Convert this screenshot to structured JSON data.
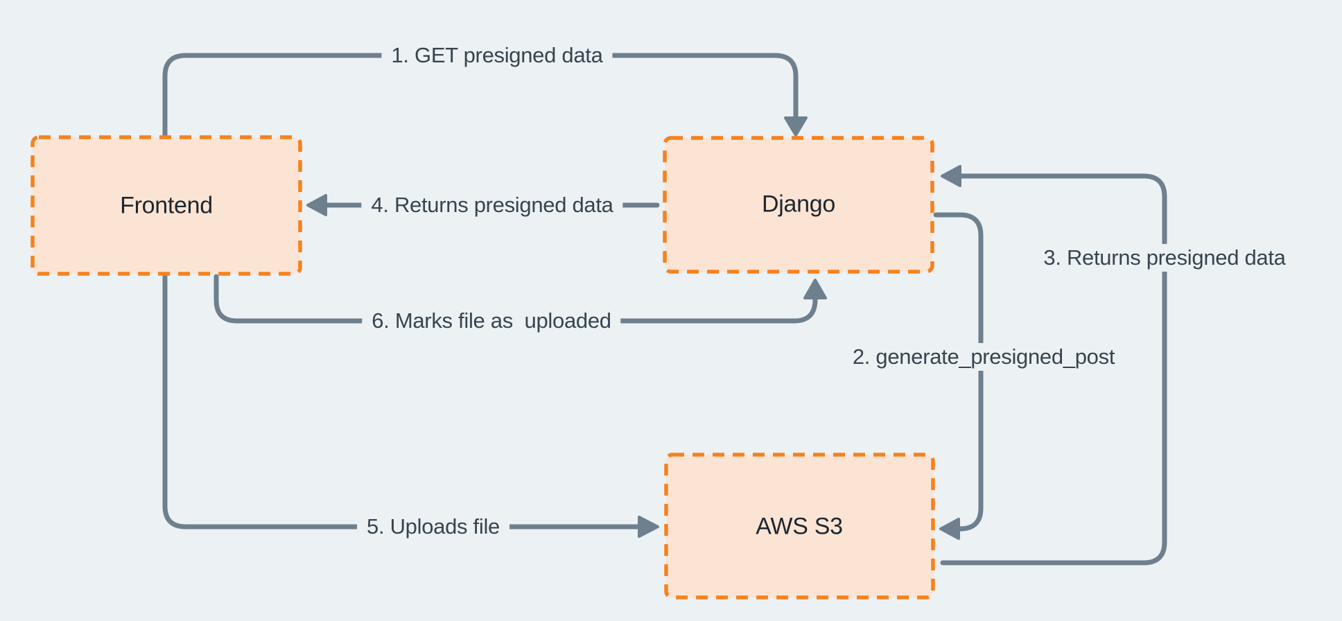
{
  "colors": {
    "background": "#ECF1F4",
    "arrow": "#6E7F8D",
    "box_fill": "#FCE4D4",
    "box_border": "#F5821E",
    "node_text": "#1C2630",
    "flow_label_text": "#36454F"
  },
  "nodes": [
    {
      "id": "frontend",
      "label": "Frontend"
    },
    {
      "id": "django",
      "label": "Django"
    },
    {
      "id": "aws-s3",
      "label": "AWS S3"
    }
  ],
  "flows": [
    {
      "step": "1",
      "label": "1. GET presigned data",
      "from": "Frontend",
      "to": "Django"
    },
    {
      "step": "2",
      "label": "2. generate_presigned_post",
      "from": "Django",
      "to": "AWS S3"
    },
    {
      "step": "3",
      "label": "3. Returns presigned data",
      "from": "AWS S3",
      "to": "Django"
    },
    {
      "step": "4",
      "label": "4. Returns presigned data",
      "from": "Django",
      "to": "Frontend"
    },
    {
      "step": "5",
      "label": "5. Uploads file",
      "from": "Frontend",
      "to": "AWS S3"
    },
    {
      "step": "6",
      "label": "6. Marks file as  uploaded",
      "from": "Frontend",
      "to": "Django"
    }
  ]
}
